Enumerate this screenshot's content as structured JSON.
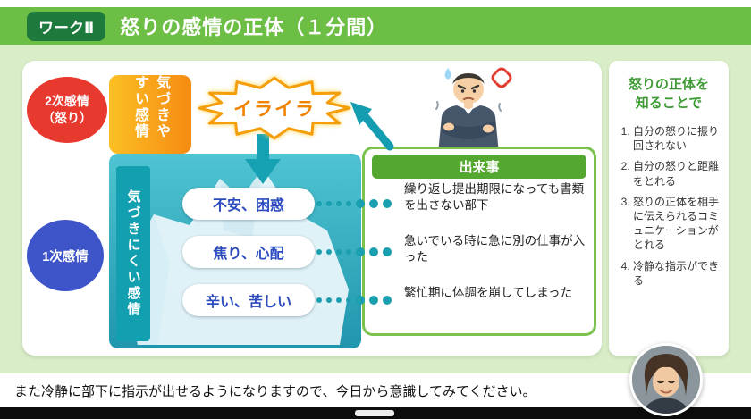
{
  "header": {
    "badge": "ワークⅡ",
    "title": "怒りの感情の正体（１分間）"
  },
  "diagram": {
    "secondary_badge_line1": "2次感情",
    "secondary_badge_line2": "（怒り）",
    "easy_label": "気づきやすい感情",
    "bubble": "イライラ",
    "hard_label": "気づきにくい感情",
    "primary_badge": "1次感情",
    "emotions": [
      "不安、困惑",
      "焦り、心配",
      "辛い、苦しい"
    ],
    "events_header": "出来事",
    "events": [
      "繰り返し提出期限になっても書類を出さない部下",
      "急いでいる時に急に別の仕事が入った",
      "繁忙期に体調を崩してしまった"
    ]
  },
  "sidebar": {
    "title_line1": "怒りの正体を",
    "title_line2": "知ることで",
    "items": [
      "自分の怒りに振り回されない",
      "自分の怒りと距離をとれる",
      "怒りの正体を相手に伝えられるコミュニケーションがとれる",
      "冷静な指示ができる"
    ]
  },
  "caption": "また冷静に部下に指示が出せるようになりますので、今日から意識してみてください。",
  "colors": {
    "header_green": "#6cbe45",
    "badge_dark_green": "#1e7a3c",
    "content_bg": "#d9eec8",
    "accent_orange": "#f7a11c",
    "secondary_red": "#e8392e",
    "primary_blue": "#3d55c8",
    "water_teal": "#22a7b9",
    "panel_border_green": "#7cc34e",
    "sidebar_green": "#3f9b35"
  }
}
